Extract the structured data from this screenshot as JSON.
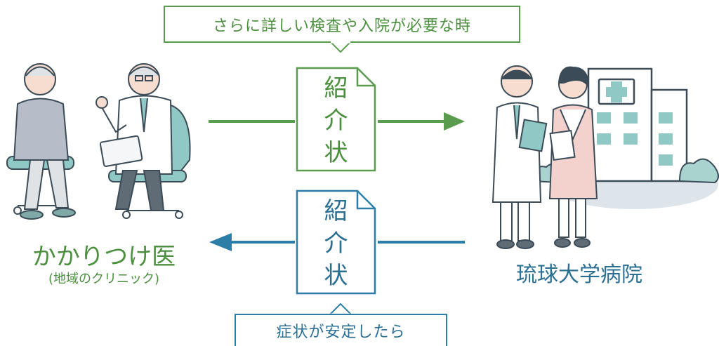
{
  "callout_top": "さらに詳しい検査や入院が必要な時",
  "callout_bottom": "症状が安定したら",
  "doc_top": [
    "紹",
    "介",
    "状"
  ],
  "doc_bottom": [
    "紹",
    "介",
    "状"
  ],
  "left_label": "かかりつけ医",
  "left_sublabel": "(地域のクリニック)",
  "right_label": "琉球大学病院",
  "colors": {
    "green": "#5a9c4e",
    "blue": "#2d7ea7",
    "text_green": "#4b8f3f",
    "text_blue": "#2b6f93"
  }
}
